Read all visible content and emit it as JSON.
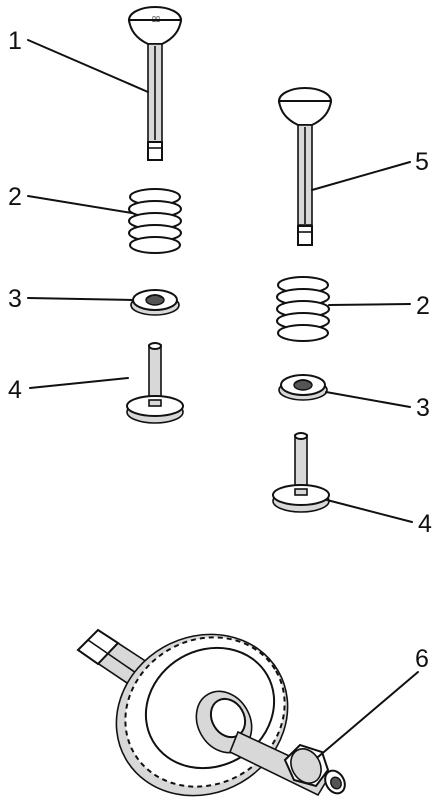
{
  "callouts": {
    "c1": "1",
    "c2_left": "2",
    "c3_left": "3",
    "c4_left": "4",
    "c5": "5",
    "c2_right": "2",
    "c3_right": "3",
    "c4_right": "4",
    "c6": "6"
  }
}
